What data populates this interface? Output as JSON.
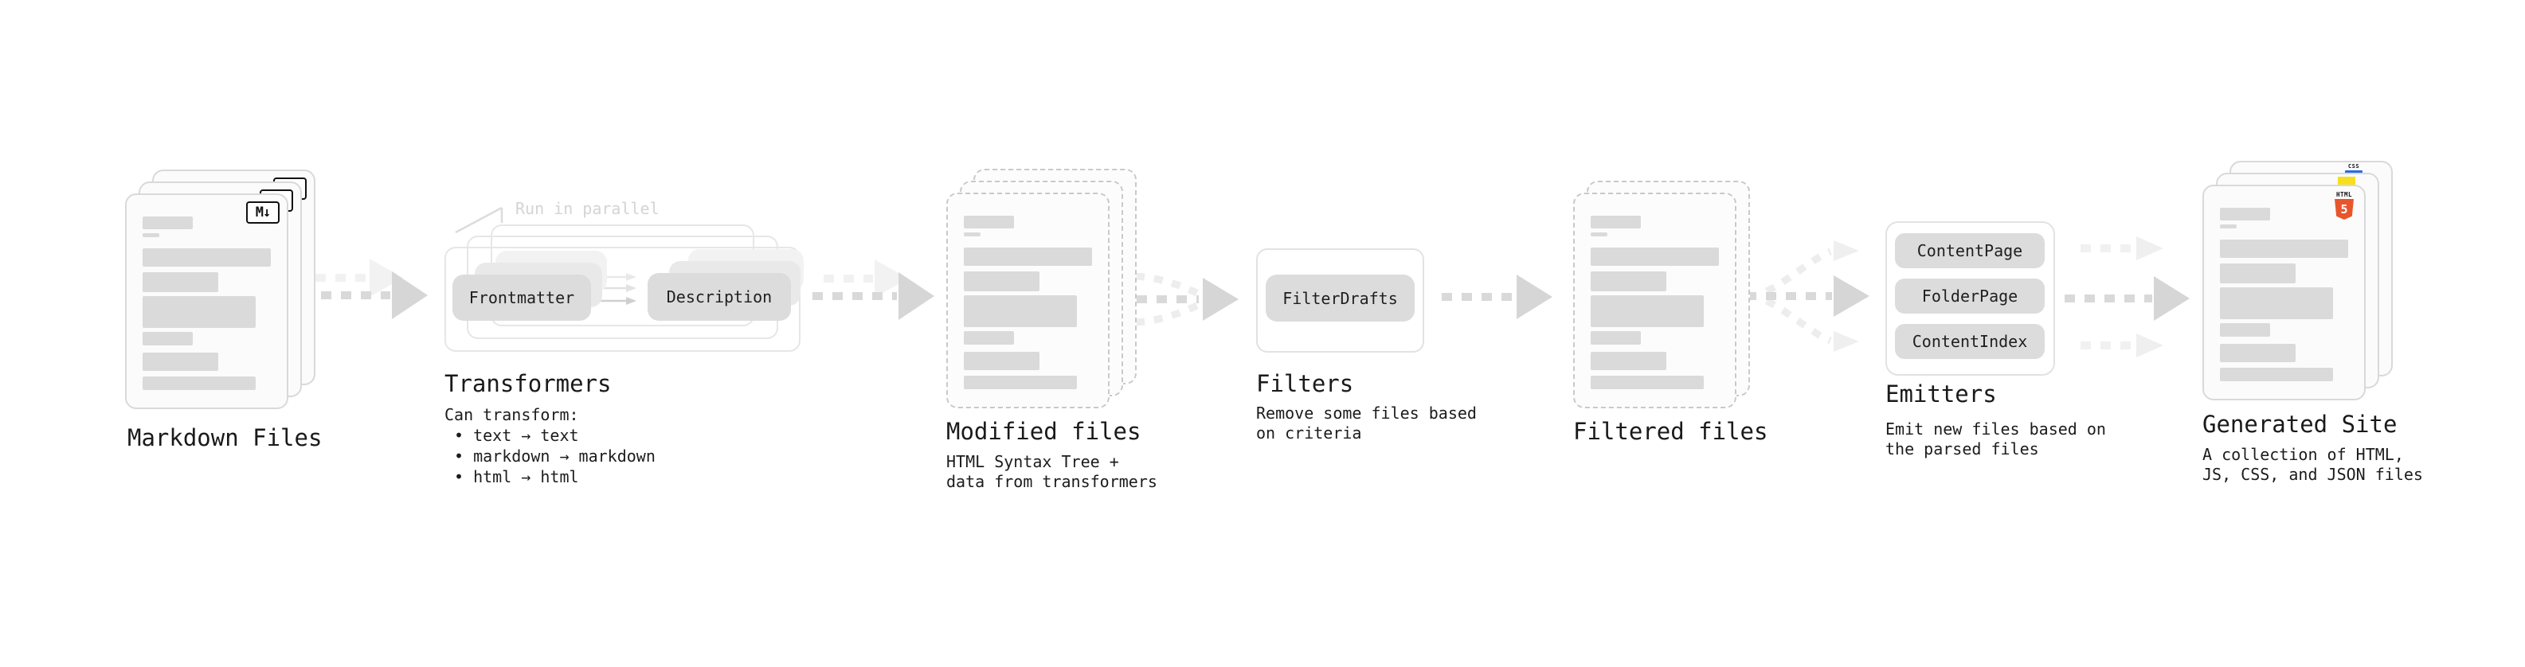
{
  "colors": {
    "markdown_badge_black": "#111111",
    "css_blue": "#2d6ae3",
    "js_yellow": "#f7df1e",
    "html5_orange": "#e8552d",
    "placeholder_grey": "#dadada",
    "arrow_grey": "#d6d6d6",
    "ghost_grey": "#f1f1f1"
  },
  "stages": {
    "markdown": {
      "label": "Markdown Files",
      "badge": "M↓"
    },
    "transformers": {
      "note": "Run in parallel",
      "pill_source": "Frontmatter",
      "pill_result": "Description",
      "title": "Transformers",
      "desc_heading": "Can transform:",
      "bullets": [
        "• text → text",
        "• markdown → markdown",
        "• html → html"
      ]
    },
    "modified": {
      "label": "Modified files",
      "sub_line1": "HTML Syntax Tree +",
      "sub_line2": "data from transformers"
    },
    "filters": {
      "pill": "FilterDrafts",
      "title": "Filters",
      "sub_line1": "Remove some files based",
      "sub_line2": "on criteria"
    },
    "filtered": {
      "label": "Filtered files"
    },
    "emitters": {
      "pills": [
        "ContentPage",
        "FolderPage",
        "ContentIndex"
      ],
      "title": "Emitters",
      "sub_line1": "Emit new files based on",
      "sub_line2": "the parsed files"
    },
    "generated": {
      "label": "Generated Site",
      "sub_line1": "A collection of HTML,",
      "sub_line2": "JS, CSS, and JSON files",
      "badge_css": "CSS",
      "badge_html": "HTML",
      "badge_html_number": "5"
    }
  }
}
